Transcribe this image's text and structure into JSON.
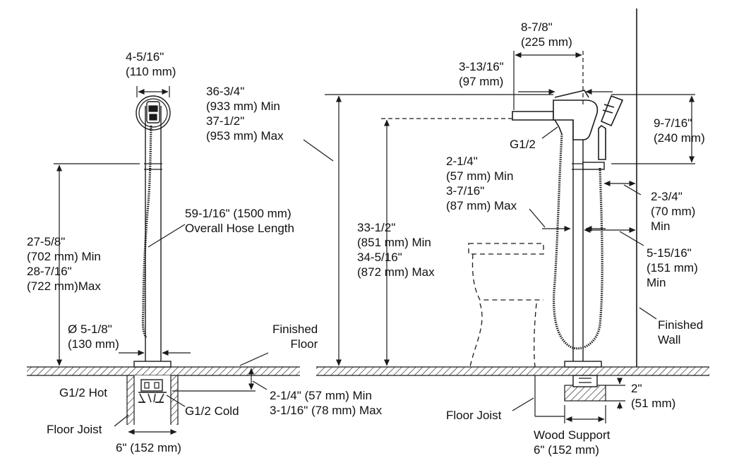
{
  "left_view": {
    "handle_width": [
      "4-5/16\"",
      "(110 mm)"
    ],
    "riser_height": [
      "27-5/8\"",
      "(702 mm) Min",
      "28-7/16\"",
      "(722 mm)Max"
    ],
    "hose_length": [
      "59-1/16\" (1500 mm)",
      "Overall Hose Length"
    ],
    "tube_diameter": [
      "Ø 5-1/8\"",
      "(130 mm)"
    ],
    "finished_floor": [
      "Finished",
      "Floor"
    ],
    "hot_label": "G1/2 Hot",
    "cold_label": "G1/2 Cold",
    "floor_joist": "Floor Joist",
    "joist_width": "6\" (152 mm)",
    "inlet_depth": [
      "2-1/4\" (57 mm) Min",
      "3-1/16\" (78 mm) Max"
    ],
    "overall_height": [
      "36-3/4\"",
      "(933 mm) Min",
      "37-1/2\"",
      "(953 mm) Max"
    ]
  },
  "right_view": {
    "total_reach": [
      "8-7/8\"",
      "(225 mm)"
    ],
    "spout_offset": [
      "3-13/16\"",
      "(97 mm)"
    ],
    "spout_outlet": "G1/2",
    "handshower_height": [
      "9-7/16\"",
      "(240 mm)"
    ],
    "spout_clearance": [
      "2-1/4\"",
      "(57 mm) Min",
      "3-7/16\"",
      "(87 mm) Max"
    ],
    "wall_gap": [
      "2-3/4\"",
      "(70 mm)",
      "Min"
    ],
    "spout_height": [
      "33-1/2\"",
      "(851 mm) Min",
      "34-5/16\"",
      "(872 mm) Max"
    ],
    "wall_clearance": [
      "5-15/16\"",
      "(151 mm)",
      "Min"
    ],
    "finished_wall": [
      "Finished",
      "Wall"
    ],
    "floor_joist": "Floor Joist",
    "support_depth": [
      "2\"",
      "(51 mm)"
    ],
    "wood_support": [
      "Wood Support",
      "6\" (152 mm)"
    ]
  },
  "colors": {
    "line": "#1a1a1a",
    "background": "#ffffff"
  }
}
